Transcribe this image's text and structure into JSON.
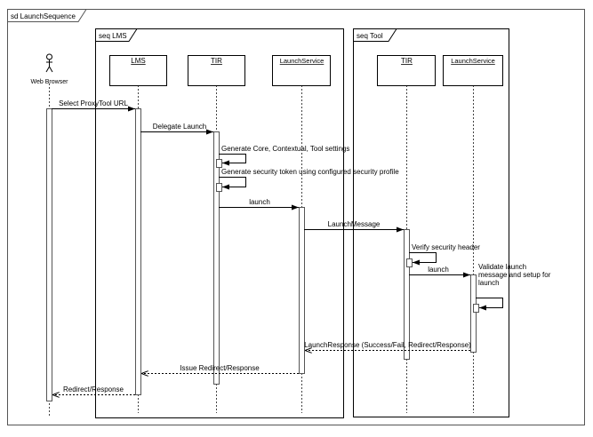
{
  "diagram": {
    "title": "sd LaunchSequence",
    "frames": [
      {
        "label": "seq LMS"
      },
      {
        "label": "seq Tool"
      }
    ],
    "actor": {
      "label": "Web Browser"
    },
    "lifelines": [
      "LMS",
      "TIR",
      "LaunchService",
      "TIR",
      "LaunchService"
    ],
    "messages": [
      {
        "label": "Select ProxyTool URL",
        "type": "sync"
      },
      {
        "label": "Delegate Launch",
        "type": "sync"
      },
      {
        "label": "Generate Core, Contextual, Tool settings",
        "type": "self"
      },
      {
        "label": "Generate security token using configured security profile",
        "type": "self"
      },
      {
        "label": "launch",
        "type": "sync"
      },
      {
        "label": "LaunchMessage",
        "type": "sync"
      },
      {
        "label": "Verify security header",
        "type": "self"
      },
      {
        "label": "launch",
        "type": "sync"
      },
      {
        "label_lines": [
          "Validate launch",
          "message and setup for",
          "launch"
        ],
        "type": "self"
      },
      {
        "label": "LaunchResponse (Success/Fail, Redirect/Response)",
        "type": "return"
      },
      {
        "label": "Issue Redirect/Response",
        "type": "return"
      },
      {
        "label": "Redirect/Response",
        "type": "return"
      }
    ]
  }
}
